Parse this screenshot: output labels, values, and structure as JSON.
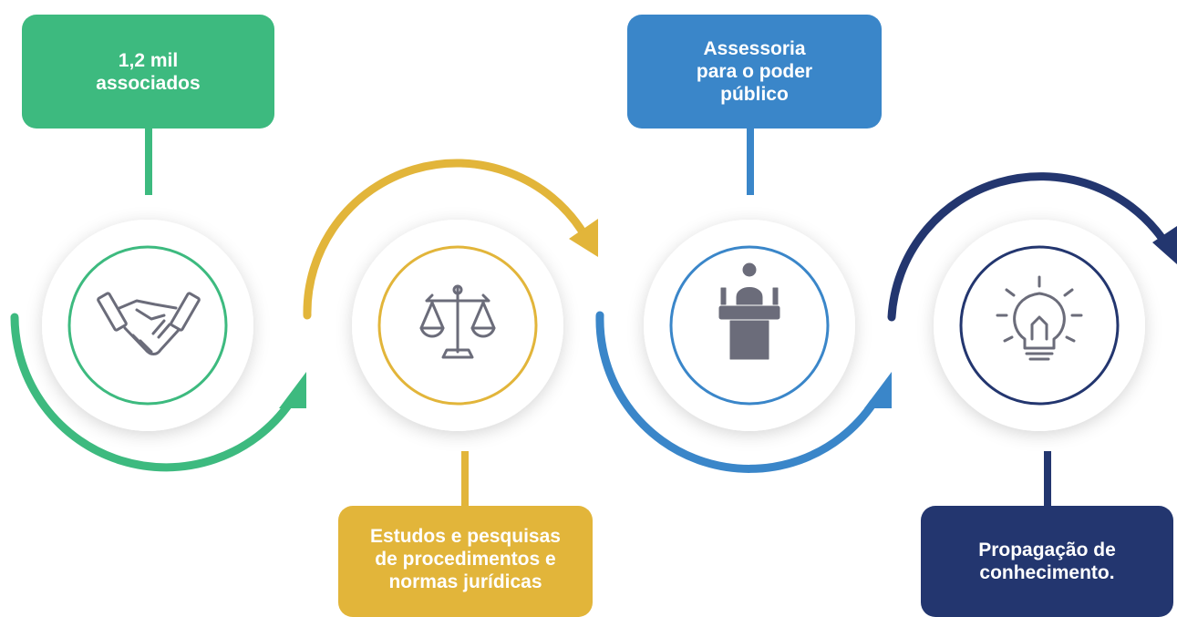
{
  "colors": {
    "green": "#3dba7f",
    "yellow": "#e2b53a",
    "blue": "#3a86c9",
    "navy": "#23366f",
    "icon": "#6b6c7a"
  },
  "steps": [
    {
      "label": "1,2 mil\nassociados",
      "icon": "handshake-icon",
      "color": "#3dba7f"
    },
    {
      "label": "Estudos e pesquisas\nde procedimentos e\nnormas jurídicas",
      "icon": "scales-icon",
      "color": "#e2b53a"
    },
    {
      "label": "Assessoria\npara o poder\npúblico",
      "icon": "podium-speaker-icon",
      "color": "#3a86c9"
    },
    {
      "label": "Propagação de\nconhecimento.",
      "icon": "lightbulb-icon",
      "color": "#23366f"
    }
  ]
}
